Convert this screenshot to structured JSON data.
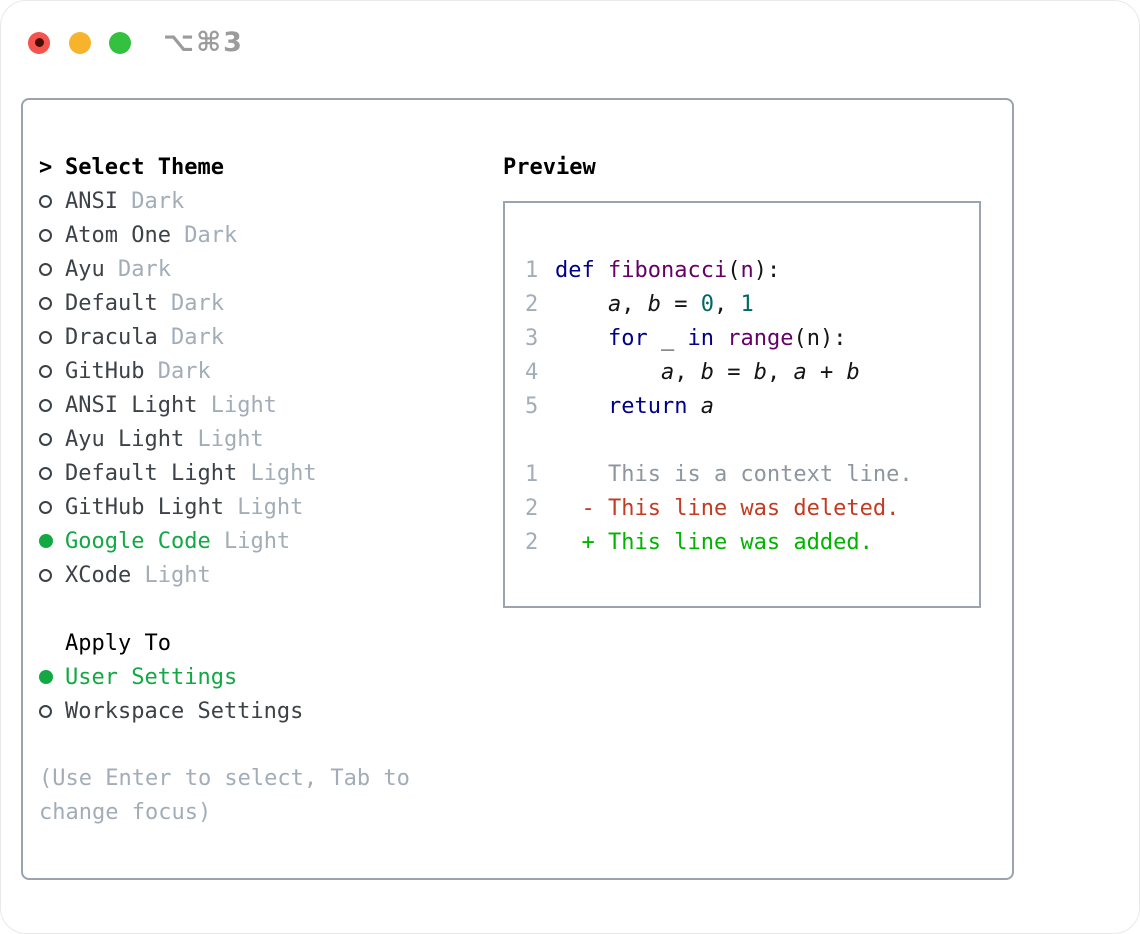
{
  "window": {
    "shortcut": "⌥⌘3"
  },
  "colors": {
    "kw": "#000088",
    "ty": "#660066",
    "lit": "#006666",
    "pl": "#141414",
    "ctx": "#8d969e",
    "del": "#c33b22",
    "add": "#00b400",
    "accent": "#12a843",
    "muted": "#a2adb8",
    "itemtext": "#3d4248",
    "border": "#9aa3ae"
  },
  "theme_list": {
    "cursor": ">",
    "title": "Select Theme",
    "items": [
      {
        "name": "ANSI",
        "tag": "Dark",
        "selected": false
      },
      {
        "name": "Atom One",
        "tag": "Dark",
        "selected": false
      },
      {
        "name": "Ayu",
        "tag": "Dark",
        "selected": false
      },
      {
        "name": "Default",
        "tag": "Dark",
        "selected": false
      },
      {
        "name": "Dracula",
        "tag": "Dark",
        "selected": false
      },
      {
        "name": "GitHub",
        "tag": "Dark",
        "selected": false
      },
      {
        "name": "ANSI Light",
        "tag": "Light",
        "selected": false
      },
      {
        "name": "Ayu Light",
        "tag": "Light",
        "selected": false
      },
      {
        "name": "Default Light",
        "tag": "Light",
        "selected": false
      },
      {
        "name": "GitHub Light",
        "tag": "Light",
        "selected": false
      },
      {
        "name": "Google Code",
        "tag": "Light",
        "selected": true
      },
      {
        "name": "XCode",
        "tag": "Light",
        "selected": false
      }
    ]
  },
  "apply_to": {
    "title": "Apply To",
    "options": [
      {
        "name": "User Settings",
        "selected": true
      },
      {
        "name": "Workspace Settings",
        "selected": false
      }
    ]
  },
  "hint": "(Use Enter to select, Tab to change focus)",
  "preview": {
    "title": "Preview",
    "lines": [
      {
        "num": "1",
        "tokens": [
          {
            "t": "def ",
            "s": "kw"
          },
          {
            "t": "fibonacci",
            "s": "ty"
          },
          {
            "t": "(",
            "s": "pl"
          },
          {
            "t": "n",
            "s": "ty"
          },
          {
            "t": "):",
            "s": "pl"
          }
        ]
      },
      {
        "num": "2",
        "tokens": [
          {
            "t": "    ",
            "s": "pl"
          },
          {
            "t": "a",
            "s": "var"
          },
          {
            "t": ", ",
            "s": "pl"
          },
          {
            "t": "b",
            "s": "var"
          },
          {
            "t": " = ",
            "s": "pl"
          },
          {
            "t": "0",
            "s": "lit"
          },
          {
            "t": ", ",
            "s": "pl"
          },
          {
            "t": "1",
            "s": "lit"
          }
        ]
      },
      {
        "num": "3",
        "tokens": [
          {
            "t": "    ",
            "s": "pl"
          },
          {
            "t": "for",
            "s": "kw"
          },
          {
            "t": " _ ",
            "s": "pl"
          },
          {
            "t": "in",
            "s": "kw"
          },
          {
            "t": " ",
            "s": "pl"
          },
          {
            "t": "range",
            "s": "ty"
          },
          {
            "t": "(n):",
            "s": "pl"
          }
        ]
      },
      {
        "num": "4",
        "tokens": [
          {
            "t": "        ",
            "s": "pl"
          },
          {
            "t": "a",
            "s": "var"
          },
          {
            "t": ", ",
            "s": "pl"
          },
          {
            "t": "b",
            "s": "var"
          },
          {
            "t": " = ",
            "s": "pl"
          },
          {
            "t": "b",
            "s": "var"
          },
          {
            "t": ", ",
            "s": "pl"
          },
          {
            "t": "a",
            "s": "var"
          },
          {
            "t": " + ",
            "s": "pl"
          },
          {
            "t": "b",
            "s": "var"
          }
        ]
      },
      {
        "num": "5",
        "tokens": [
          {
            "t": "    ",
            "s": "pl"
          },
          {
            "t": "return",
            "s": "kw"
          },
          {
            "t": " ",
            "s": "pl"
          },
          {
            "t": "a",
            "s": "var"
          }
        ]
      },
      {
        "num": "",
        "tokens": []
      },
      {
        "num": "1",
        "tokens": [
          {
            "t": "    This is a context line.",
            "s": "ctx"
          }
        ]
      },
      {
        "num": "2",
        "tokens": [
          {
            "t": "  - This line was deleted.",
            "s": "del"
          }
        ]
      },
      {
        "num": "2",
        "tokens": [
          {
            "t": "  + This line was added.",
            "s": "add"
          }
        ]
      }
    ]
  }
}
